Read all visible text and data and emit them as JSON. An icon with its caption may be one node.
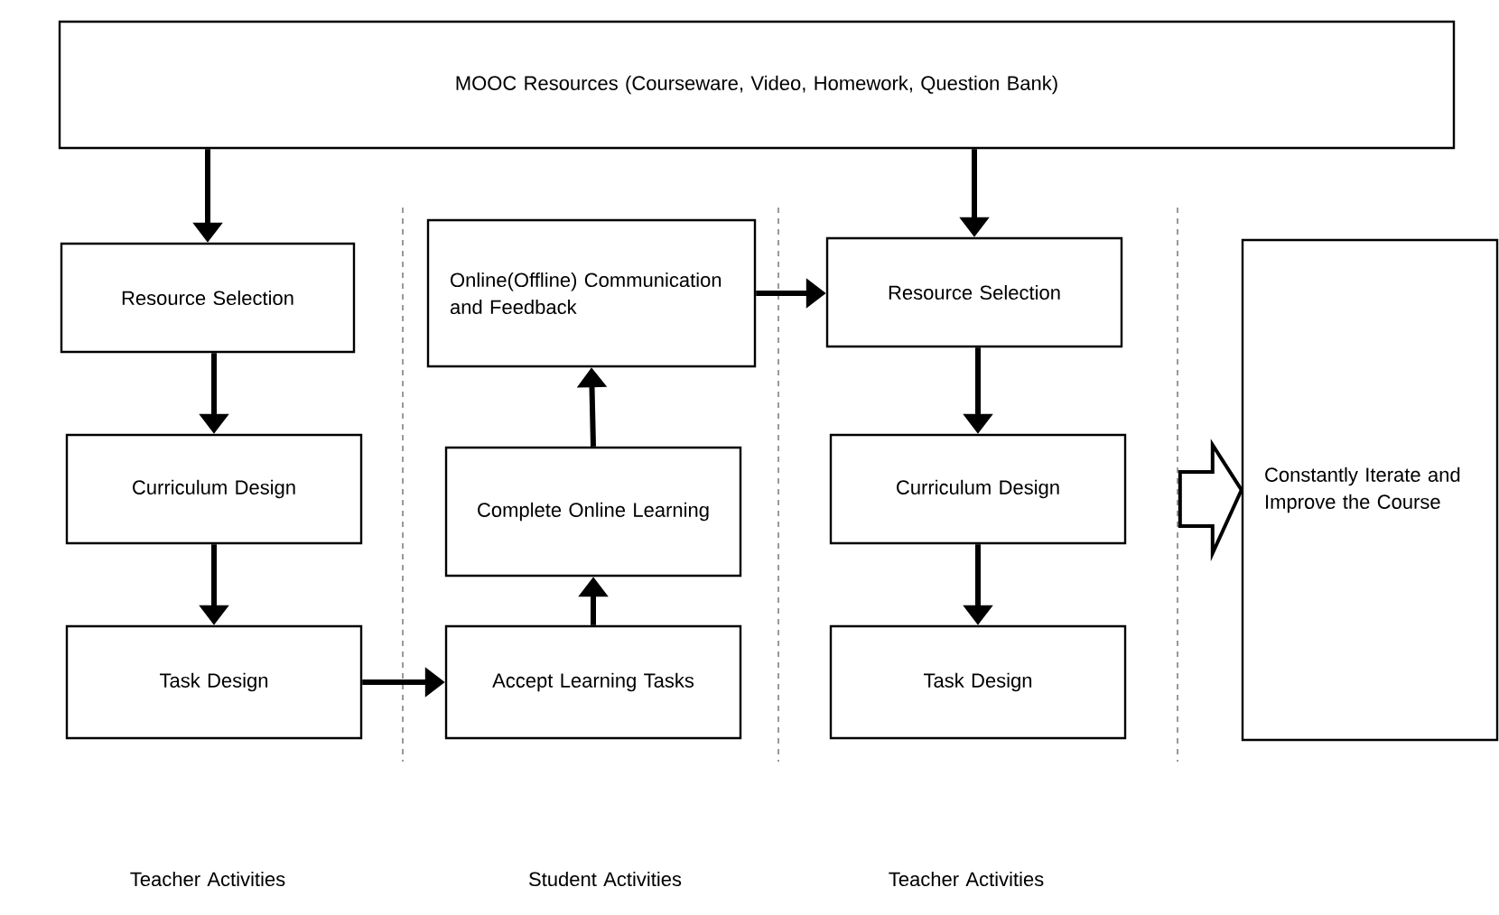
{
  "diagram": {
    "nodes": [
      {
        "text": [
          "MOOC Resources (Courseware, Video, Homework, Question Bank)"
        ]
      },
      {
        "text": [
          "Resource Selection"
        ]
      },
      {
        "text": [
          "Curriculum Design"
        ]
      },
      {
        "text": [
          "Task Design"
        ]
      },
      {
        "text": [
          "Online(Offline) Communication and Feedback"
        ]
      },
      {
        "text": [
          "Complete Online Learning"
        ]
      },
      {
        "text": [
          "Accept Learning Tasks"
        ]
      },
      {
        "text": [
          "Resource Selection"
        ]
      },
      {
        "text": [
          "Curriculum Design"
        ]
      },
      {
        "text": [
          "Task Design"
        ]
      },
      {
        "text": [
          "Constantly Iterate and Improve the Course"
        ]
      }
    ],
    "edges": [
      {
        "from": 0,
        "to": 1,
        "arrow": "to"
      },
      {
        "from": 1,
        "to": 2,
        "arrow": "to"
      },
      {
        "from": 2,
        "to": 3,
        "arrow": "to"
      },
      {
        "from": 3,
        "to": 6,
        "arrow": "to"
      },
      {
        "from": 6,
        "to": 5,
        "arrow": "to"
      },
      {
        "from": 5,
        "to": 4,
        "arrow": "to"
      },
      {
        "from": 4,
        "to": 7,
        "arrow": "to"
      },
      {
        "from": 0,
        "to": 7,
        "arrow": "to"
      },
      {
        "from": 7,
        "to": 8,
        "arrow": "to"
      },
      {
        "from": 8,
        "to": 9,
        "arrow": "to"
      },
      {
        "from": null,
        "to": 10,
        "arrow": "to"
      }
    ],
    "labels": [
      "Teacher Activities",
      "Student Activities",
      "Teacher Activities"
    ]
  }
}
